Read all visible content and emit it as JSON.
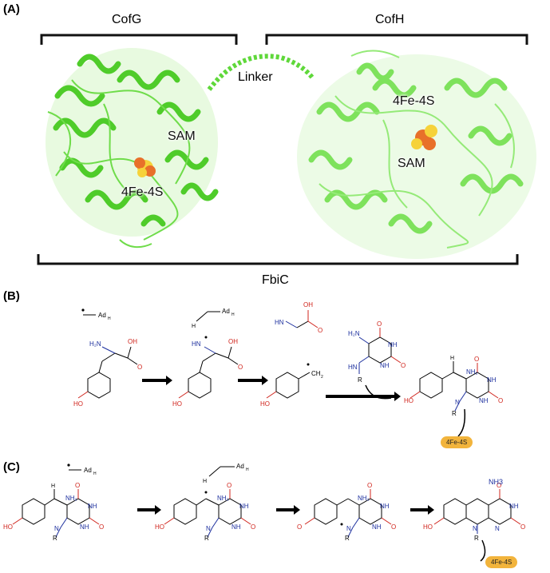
{
  "panel_a": {
    "label": "(A)",
    "cofg_label": "CofG",
    "cofh_label": "CofH",
    "linker_label": "Linker",
    "fbic_label": "FbiC",
    "cofg_sam": "SAM",
    "cofg_cluster": "4Fe-4S",
    "cofh_cluster": "4Fe-4S",
    "cofh_sam": "SAM"
  },
  "panel_b": {
    "label": "(B)",
    "cluster_badge": "4Fe-4S"
  },
  "panel_c": {
    "label": "(C)",
    "cluster_badge": "4Fe-4S",
    "nh3": "NH3"
  },
  "colors": {
    "protein": "#5fd83a",
    "protein_light": "#86e56a",
    "nitrogen": "#1c2f9e",
    "oxygen": "#d0241c",
    "badge": "#f2b43c"
  }
}
